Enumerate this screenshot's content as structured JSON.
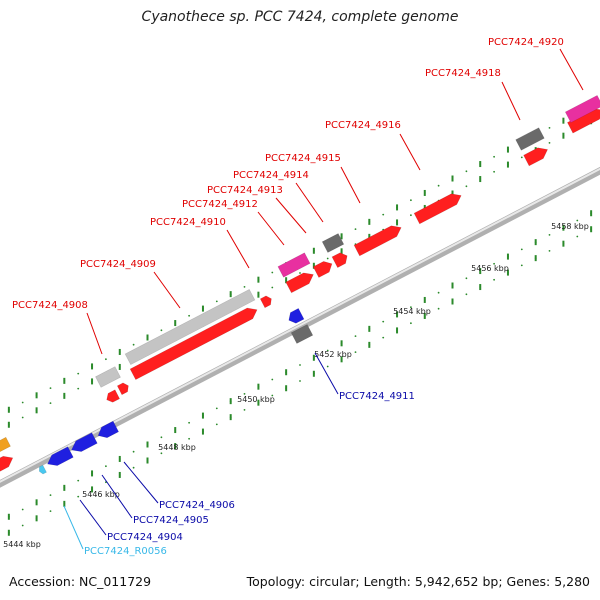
{
  "title": "Cyanothece sp. PCC 7424, complete genome",
  "footer": {
    "accession": "Accession: NC_011729",
    "summary": "Topology: circular; Length: 5,942,652 bp; Genes: 5,280"
  },
  "colors": {
    "backbone": "#a6a6a6",
    "gene_red": "#ff1f1f",
    "gene_blue": "#1f1fe0",
    "gene_pink": "#e830a0",
    "gene_grey": "#6a6a6a",
    "gene_lightgrey": "#c4c4c4",
    "gene_cyan": "#49c8f0",
    "tick_green": "#2b8a2b",
    "label_red": "#e00000",
    "label_blue": "#0a0aa8",
    "label_cyan": "#38b8e8"
  },
  "ticks": [
    {
      "label": "5444 kbp"
    },
    {
      "label": "5446 kbp"
    },
    {
      "label": "5448 kbp"
    },
    {
      "label": "5450 kbp"
    },
    {
      "label": "5452 kbp"
    },
    {
      "label": "5454 kbp"
    },
    {
      "label": "5456 kbp"
    },
    {
      "label": "5458 kbp"
    }
  ],
  "gene_labels": [
    {
      "text": "PCC7424_4920",
      "color": "label_red"
    },
    {
      "text": "PCC7424_4918",
      "color": "label_red"
    },
    {
      "text": "PCC7424_4916",
      "color": "label_red"
    },
    {
      "text": "PCC7424_4915",
      "color": "label_red"
    },
    {
      "text": "PCC7424_4914",
      "color": "label_red"
    },
    {
      "text": "PCC7424_4913",
      "color": "label_red"
    },
    {
      "text": "PCC7424_4912",
      "color": "label_red"
    },
    {
      "text": "PCC7424_4910",
      "color": "label_red"
    },
    {
      "text": "PCC7424_4909",
      "color": "label_red"
    },
    {
      "text": "PCC7424_4908",
      "color": "label_red"
    },
    {
      "text": "PCC7424_4911",
      "color": "label_blue"
    },
    {
      "text": "PCC7424_4906",
      "color": "label_blue"
    },
    {
      "text": "PCC7424_4905",
      "color": "label_blue"
    },
    {
      "text": "PCC7424_4904",
      "color": "label_blue"
    },
    {
      "text": "PCC7424_R0056",
      "color": "label_cyan"
    }
  ]
}
